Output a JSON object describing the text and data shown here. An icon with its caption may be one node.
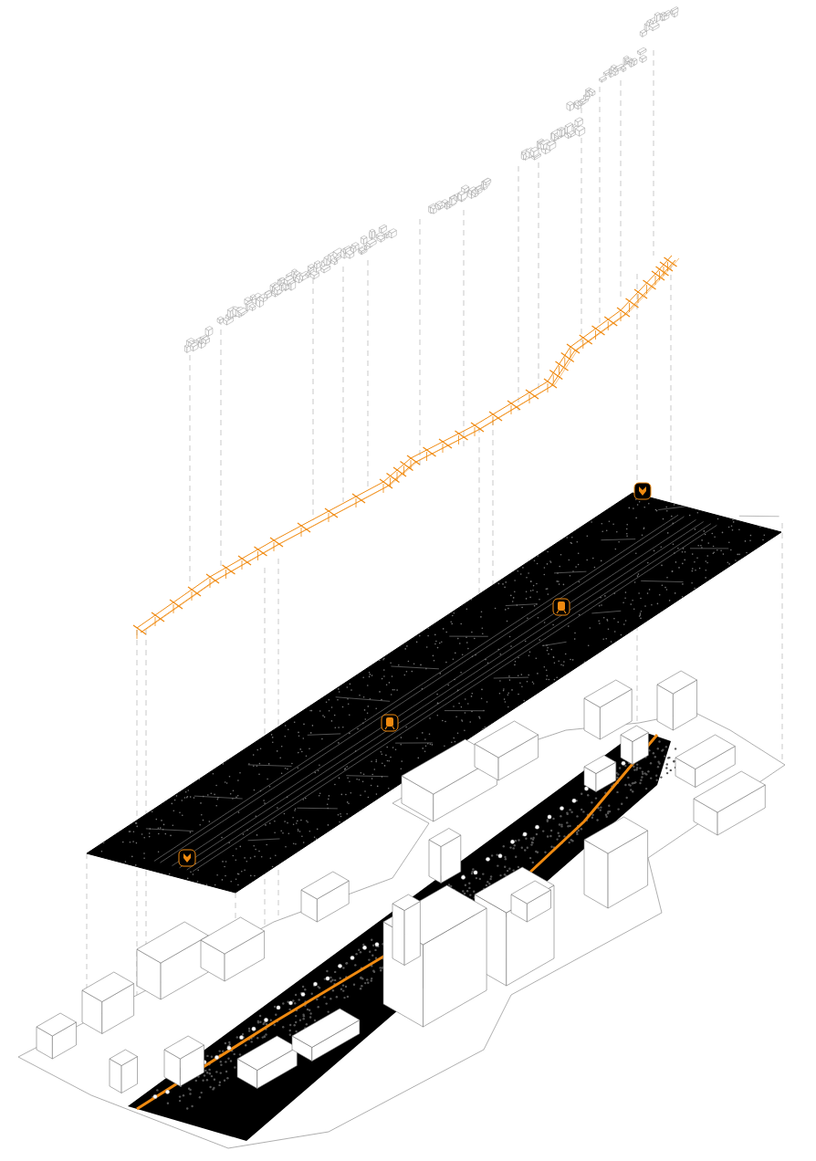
{
  "diagram": {
    "nodes": [
      {
        "text": [],
        "shape": "picture"
      },
      {
        "text": [],
        "shape": "picture"
      },
      {
        "text": [],
        "shape": "picture"
      },
      {
        "text": [],
        "shape": "picture"
      }
    ]
  }
}
